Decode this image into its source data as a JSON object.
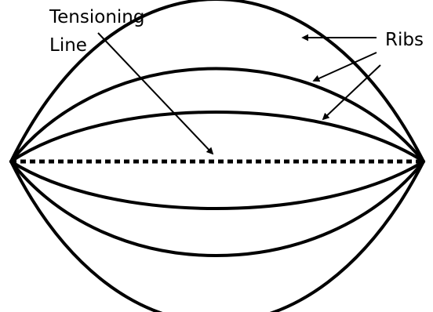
{
  "labels": {
    "tensioning_line_1": "Tensioning",
    "tensioning_line_2": "Line",
    "ribs": "Ribs"
  },
  "colors": {
    "stroke": "#000000",
    "background": "#ffffff"
  }
}
